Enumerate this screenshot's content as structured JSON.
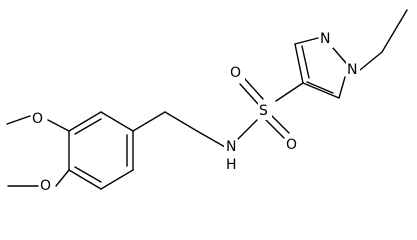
{
  "molecule": {
    "atoms": {
      "o_para": "O",
      "o_meta": "O",
      "nh": "N",
      "nh_h": "H",
      "s": "S",
      "o_s_top": "O",
      "o_s_bottom": "O",
      "n_ring_a": "N",
      "n_ring_b": "N"
    }
  }
}
